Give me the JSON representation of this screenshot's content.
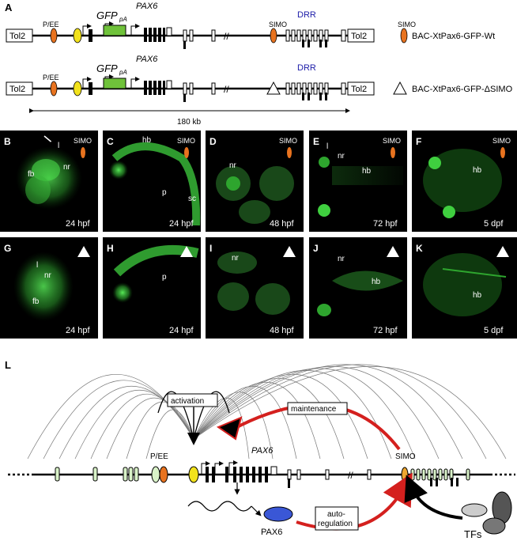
{
  "panel_a": {
    "letter": "A",
    "pax6": "PAX6",
    "gfp": "GFP",
    "gfp_sub": "pA",
    "pee": "P/EE",
    "simo": "SIMO",
    "drr": "DRR",
    "tol2": "Tol2",
    "legend_simo_label": "SIMO",
    "legend_wt": "BAC-XtPax6-GFP-Wt",
    "legend_dsimo": "BAC-XtPax6-GFP-ΔSIMO",
    "scale": "180 kb"
  },
  "row1": [
    {
      "letter": "B",
      "labels": [
        "l",
        "nr",
        "fb"
      ],
      "stage": "24 hpf",
      "mark": "SIMO"
    },
    {
      "letter": "C",
      "labels": [
        "hb",
        "p",
        "sc"
      ],
      "stage": "24 hpf",
      "mark": "SIMO"
    },
    {
      "letter": "D",
      "labels": [
        "nr"
      ],
      "stage": "48 hpf",
      "mark": "SIMO"
    },
    {
      "letter": "E",
      "labels": [
        "l",
        "nr",
        "hb"
      ],
      "stage": "72 hpf",
      "mark": "SIMO"
    },
    {
      "letter": "F",
      "labels": [
        "hb"
      ],
      "stage": "5 dpf",
      "mark": "SIMO"
    }
  ],
  "row2": [
    {
      "letter": "G",
      "labels": [
        "l",
        "nr",
        "fb"
      ],
      "stage": "24 hpf"
    },
    {
      "letter": "H",
      "labels": [
        "p"
      ],
      "stage": "24 hpf"
    },
    {
      "letter": "I",
      "labels": [
        "nr"
      ],
      "stage": "48 hpf"
    },
    {
      "letter": "J",
      "labels": [
        "nr",
        "hb"
      ],
      "stage": "72 hpf"
    },
    {
      "letter": "K",
      "labels": [
        "hb"
      ],
      "stage": "5 dpf"
    }
  ],
  "panel_l": {
    "letter": "L",
    "activation": "activation",
    "maintenance": "maintenance",
    "pee": "P/EE",
    "pax6_gene": "PAX6",
    "simo": "SIMO",
    "pax6_protein": "PAX6",
    "autoreg_1": "auto-",
    "autoreg_2": "regulation",
    "tfs": "TFs"
  },
  "colors": {
    "gfp_green": "#6fc23a",
    "simo_orange": "#e8731f",
    "yellow": "#f2e21c",
    "drr_blue": "#1c1ca8",
    "red_arrow": "#d4201e",
    "protein_blue": "#3a57d6",
    "fluor_green": "#3fd640"
  }
}
